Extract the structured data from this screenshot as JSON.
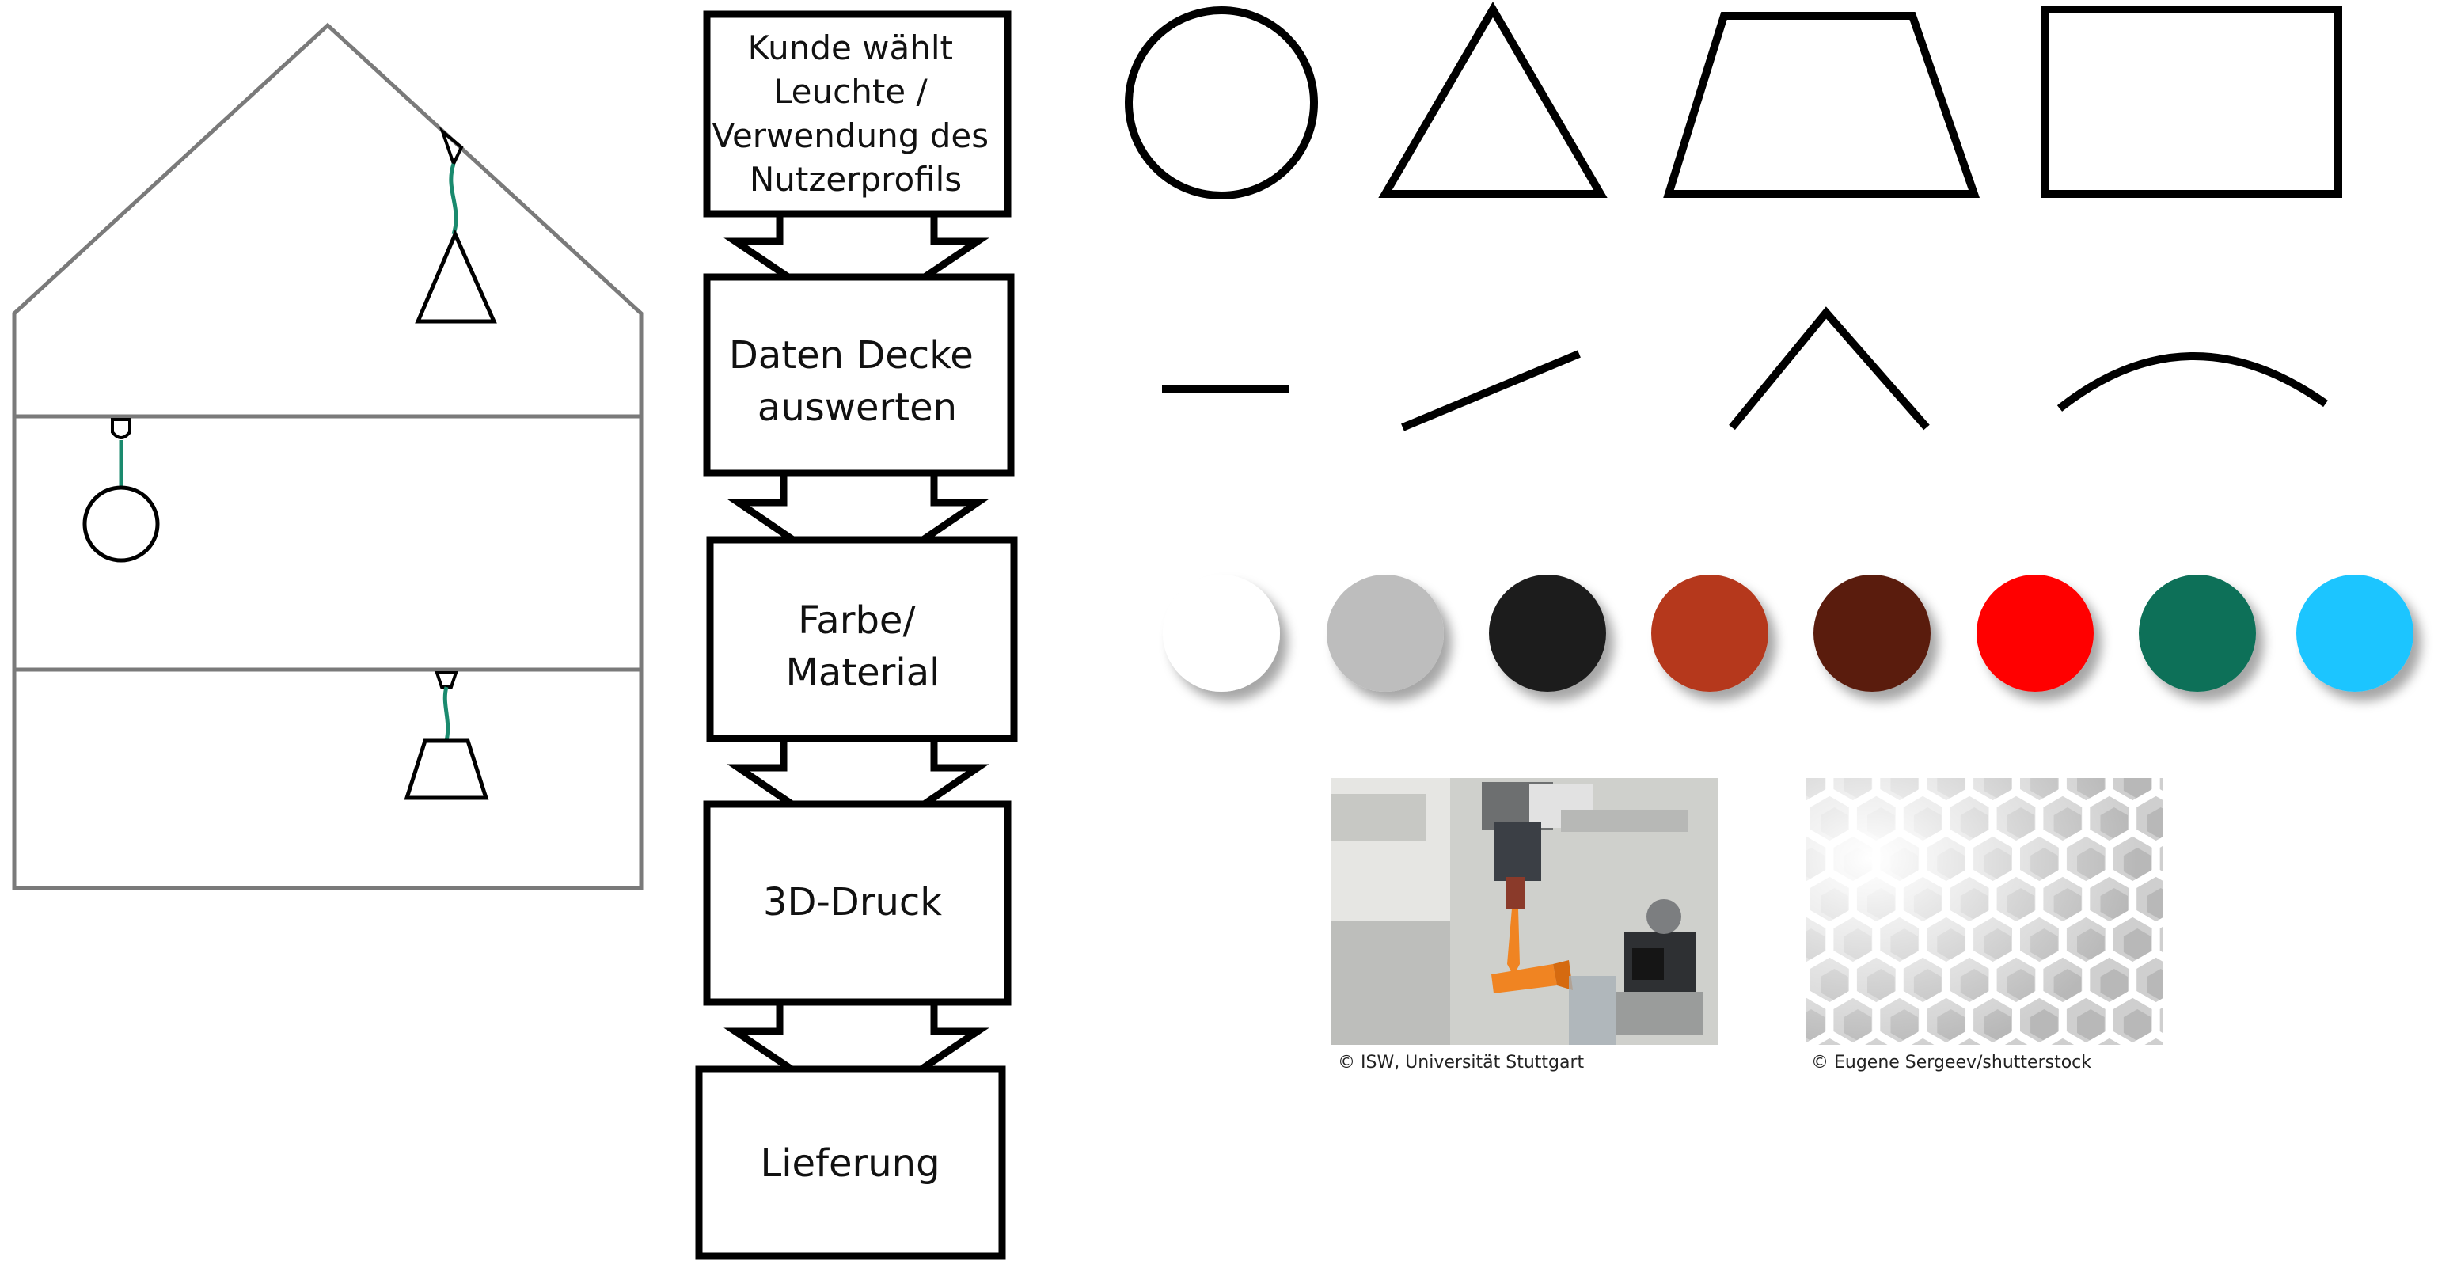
{
  "flow": {
    "step1": [
      "Kunde wählt",
      "Leuchte /",
      "Verwendung des",
      "Nutzerprofils"
    ],
    "step2": [
      "Daten Decke",
      "auswerten"
    ],
    "step3": [
      "Farbe/",
      "Material"
    ],
    "step4": [
      "3D-Druck"
    ],
    "step5": [
      "Lieferung"
    ]
  },
  "house": {
    "lamp_cord_color": "#1a8a6e"
  },
  "shapes": [
    "circle",
    "triangle",
    "trapezoid",
    "rectangle"
  ],
  "lines": [
    "straight-line",
    "inclined-line",
    "angled-line",
    "arc-line"
  ],
  "palette": [
    {
      "name": "white",
      "color": "#ffffff"
    },
    {
      "name": "light-gray",
      "color": "#bdbdbd"
    },
    {
      "name": "black",
      "color": "#1f1f1f"
    },
    {
      "name": "rust",
      "color": "#b5391e"
    },
    {
      "name": "dark-brown",
      "color": "#5a1c0e"
    },
    {
      "name": "red",
      "color": "#ff0000"
    },
    {
      "name": "dark-green",
      "color": "#117058"
    },
    {
      "name": "sky-blue",
      "color": "#1ec5ff"
    }
  ],
  "photos": {
    "printer_credit": "© ISW, Universität Stuttgart",
    "lattice_credit": "© Eugene Sergeev/shutterstock"
  }
}
